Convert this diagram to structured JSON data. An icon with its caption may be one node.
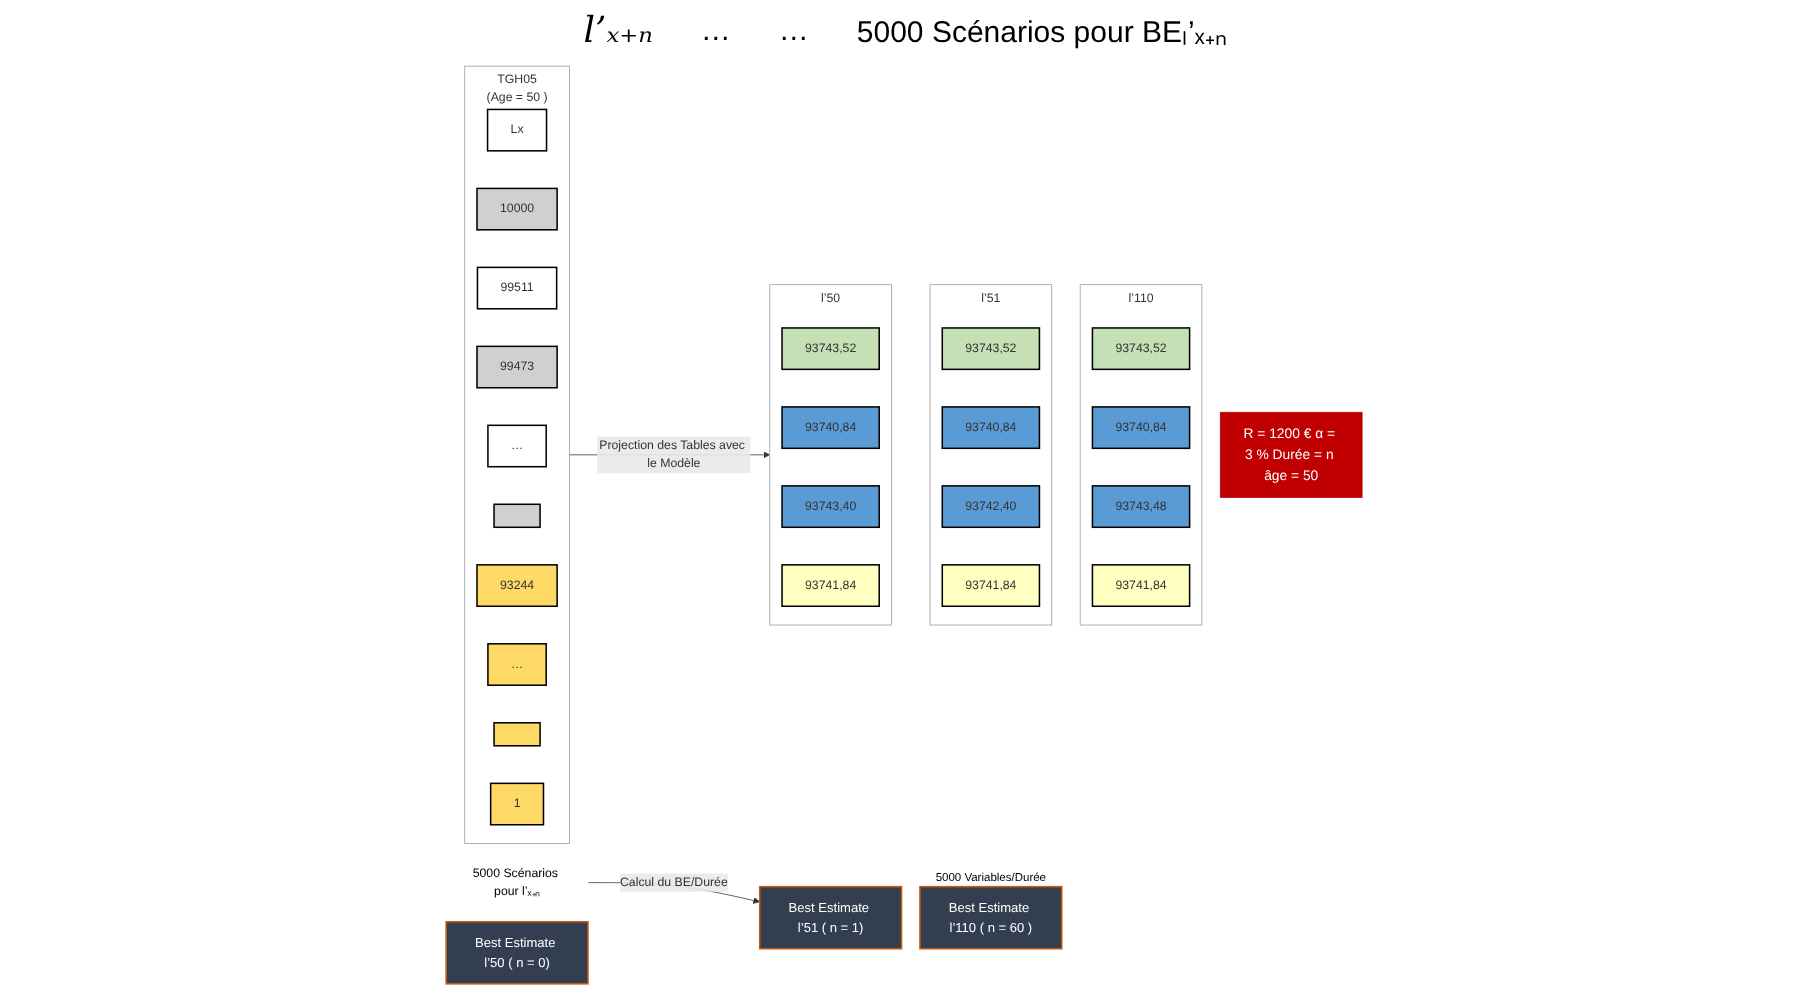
{
  "diagram": {
    "nodes": [
      {
        "text": [
          "TGH05",
          "(Age = 50 )"
        ]
      },
      {
        "text": [
          "Lx"
        ],
        "in": 0
      },
      {
        "text": [
          "10000"
        ],
        "in": 0
      },
      {
        "text": [
          "99511"
        ],
        "in": 0
      },
      {
        "text": [
          "99473"
        ],
        "in": 0
      },
      {
        "text": [
          "…"
        ],
        "in": 0
      },
      {
        "text": [],
        "shape": "box",
        "in": 0
      },
      {
        "text": [
          "93244"
        ],
        "in": 0
      },
      {
        "text": [
          "…"
        ],
        "in": 0
      },
      {
        "text": [],
        "shape": "box",
        "in": 0
      },
      {
        "text": [
          "1"
        ],
        "in": 0
      },
      {
        "text": [
          "l’50"
        ]
      },
      {
        "text": [
          "93743,52"
        ],
        "in": 11
      },
      {
        "text": [
          "93740,84"
        ],
        "in": 11
      },
      {
        "text": [
          "93743,40"
        ],
        "in": 11
      },
      {
        "text": [
          "93741,84"
        ],
        "in": 11
      },
      {
        "text": [
          "l’51"
        ]
      },
      {
        "text": [
          "93743,52"
        ],
        "in": 16
      },
      {
        "text": [
          "93740,84"
        ],
        "in": 16
      },
      {
        "text": [
          "93742,40"
        ],
        "in": 16
      },
      {
        "text": [
          "93741,84"
        ],
        "in": 16
      },
      {
        "text": [
          "l’110"
        ]
      },
      {
        "text": [
          "93743,52"
        ],
        "in": 21
      },
      {
        "text": [
          "93740,84"
        ],
        "in": 21
      },
      {
        "text": [
          "93743,48"
        ],
        "in": 21
      },
      {
        "text": [
          "93741,84"
        ],
        "in": 21
      },
      {
        "text": [
          "5000 Scénarios pour l’ₓ₊ₙ"
        ]
      },
      {
        "text": [
          "Best Estimate l’50 ( n = 0)"
        ]
      },
      {
        "text": [
          "Best Estimate l’51 ( n = 1)"
        ]
      },
      {
        "text": [
          "Best Estimate l’110 ( n = 60 )"
        ],
        "beside": [
          "5000 Variables/Durée"
        ]
      },
      {
        "text": [
          "R = 1200 € α = 3 % Durée = n âge = 50"
        ]
      }
    ],
    "edges": [
      {
        "from": 0,
        "to": 11,
        "arrow": "to",
        "label": "Projection des Tables avec le Modèle"
      },
      {
        "from": 26,
        "to": 28,
        "arrow": "to",
        "label": "Calcul du BE/Durée"
      }
    ],
    "labels": [
      "l’ₓ₊ₙ",
      "…",
      "…",
      "5000 Scénarios pour BEₗ’ₓ₊ₙ"
    ]
  }
}
